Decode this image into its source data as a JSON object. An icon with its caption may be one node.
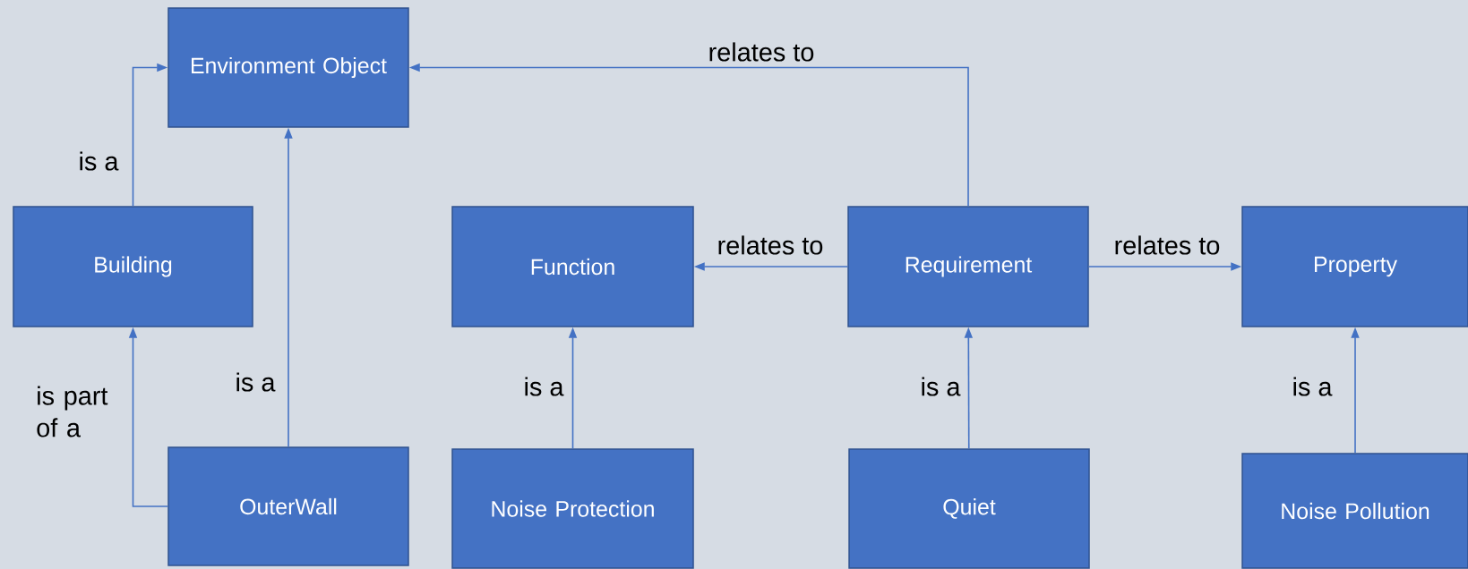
{
  "diagram": {
    "nodes": [
      {
        "text": [
          "Environment Object"
        ]
      },
      {
        "text": [
          "Building"
        ]
      },
      {
        "text": [
          "Function"
        ]
      },
      {
        "text": [
          "Requirement"
        ]
      },
      {
        "text": [
          "Property"
        ]
      },
      {
        "text": [
          "OuterWall"
        ]
      },
      {
        "text": [
          "Noise Protection"
        ]
      },
      {
        "text": [
          "Quiet"
        ]
      },
      {
        "text": [
          "Noise Pollution"
        ]
      }
    ],
    "edges": [
      {
        "from": 1,
        "to": 0,
        "arrow": "to",
        "label": "is a"
      },
      {
        "from": 5,
        "to": 1,
        "arrow": "to",
        "label": "is part of a"
      },
      {
        "from": 5,
        "to": 0,
        "arrow": "to",
        "label": "is a"
      },
      {
        "from": 3,
        "to": 0,
        "arrow": "to",
        "label": "relates to"
      },
      {
        "from": 3,
        "to": 2,
        "arrow": "to",
        "label": "relates to"
      },
      {
        "from": 3,
        "to": 4,
        "arrow": "to",
        "label": "relates to"
      },
      {
        "from": 6,
        "to": 2,
        "arrow": "to",
        "label": "is a"
      },
      {
        "from": 7,
        "to": 3,
        "arrow": "to",
        "label": "is a"
      },
      {
        "from": 8,
        "to": 4,
        "arrow": "to",
        "label": "is a"
      }
    ]
  }
}
